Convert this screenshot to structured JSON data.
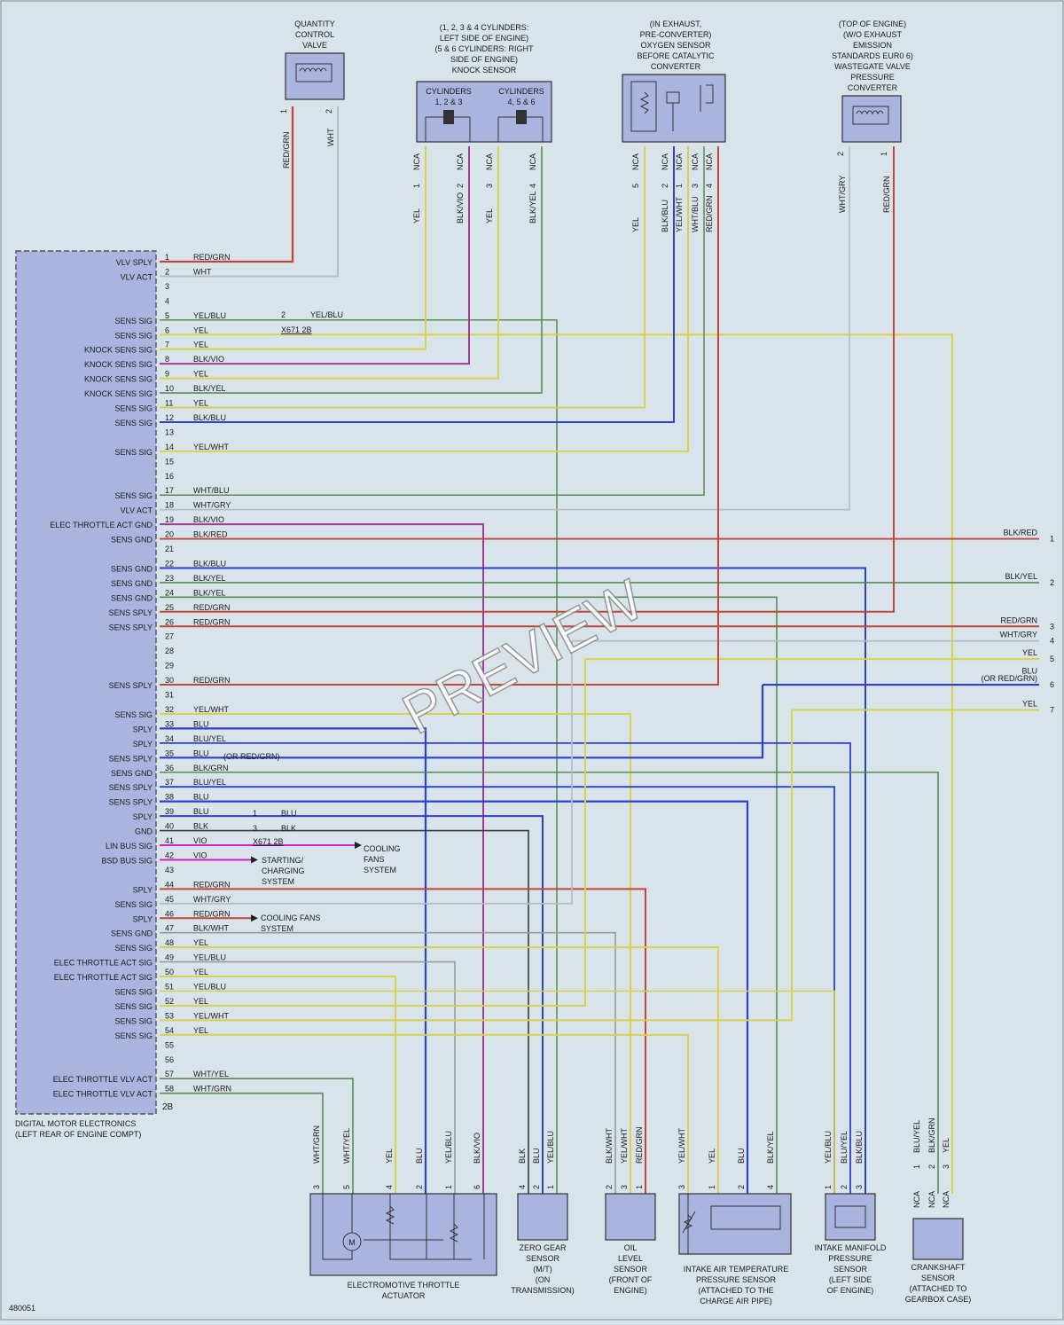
{
  "diagram_id": "480051",
  "watermark": "PREVIEW",
  "ecm": {
    "title_line1": "DIGITAL MOTOR ELECTRONICS",
    "title_line2": "(LEFT REAR OF ENGINE COMPT)",
    "pins": [
      {
        "n": "1",
        "label": "VLV SPLY",
        "wire": "RED/GRN"
      },
      {
        "n": "2",
        "label": "VLV ACT",
        "wire": "WHT"
      },
      {
        "n": "3",
        "label": "",
        "wire": ""
      },
      {
        "n": "4",
        "label": "",
        "wire": ""
      },
      {
        "n": "5",
        "label": "SENS SIG",
        "wire": "YEL/BLU"
      },
      {
        "n": "6",
        "label": "SENS SIG",
        "wire": "YEL"
      },
      {
        "n": "7",
        "label": "KNOCK SENS SIG",
        "wire": "YEL"
      },
      {
        "n": "8",
        "label": "KNOCK SENS SIG",
        "wire": "BLK/VIO"
      },
      {
        "n": "9",
        "label": "KNOCK SENS SIG",
        "wire": "YEL"
      },
      {
        "n": "10",
        "label": "KNOCK SENS SIG",
        "wire": "BLK/YEL"
      },
      {
        "n": "11",
        "label": "SENS SIG",
        "wire": "YEL"
      },
      {
        "n": "12",
        "label": "SENS SIG",
        "wire": "BLK/BLU"
      },
      {
        "n": "13",
        "label": "",
        "wire": ""
      },
      {
        "n": "14",
        "label": "SENS SIG",
        "wire": "YEL/WHT"
      },
      {
        "n": "15",
        "label": "",
        "wire": ""
      },
      {
        "n": "16",
        "label": "",
        "wire": ""
      },
      {
        "n": "17",
        "label": "SENS SIG",
        "wire": "WHT/BLU"
      },
      {
        "n": "18",
        "label": "VLV ACT",
        "wire": "WHT/GRY"
      },
      {
        "n": "19",
        "label": "ELEC THROTTLE ACT GND",
        "wire": "BLK/VIO"
      },
      {
        "n": "20",
        "label": "SENS GND",
        "wire": "BLK/RED"
      },
      {
        "n": "21",
        "label": "",
        "wire": ""
      },
      {
        "n": "22",
        "label": "SENS GND",
        "wire": "BLK/BLU"
      },
      {
        "n": "23",
        "label": "SENS GND",
        "wire": "BLK/YEL"
      },
      {
        "n": "24",
        "label": "SENS GND",
        "wire": "BLK/YEL"
      },
      {
        "n": "25",
        "label": "SENS SPLY",
        "wire": "RED/GRN"
      },
      {
        "n": "26",
        "label": "SENS SPLY",
        "wire": "RED/GRN"
      },
      {
        "n": "27",
        "label": "",
        "wire": ""
      },
      {
        "n": "28",
        "label": "",
        "wire": ""
      },
      {
        "n": "29",
        "label": "",
        "wire": ""
      },
      {
        "n": "30",
        "label": "SENS SPLY",
        "wire": "RED/GRN"
      },
      {
        "n": "31",
        "label": "",
        "wire": ""
      },
      {
        "n": "32",
        "label": "SENS SIG",
        "wire": "YEL/WHT"
      },
      {
        "n": "33",
        "label": "SPLY",
        "wire": "BLU"
      },
      {
        "n": "34",
        "label": "SPLY",
        "wire": "BLU/YEL"
      },
      {
        "n": "35",
        "label": "SENS SPLY",
        "wire": "BLU"
      },
      {
        "n": "36",
        "label": "SENS GND",
        "wire": "BLK/GRN"
      },
      {
        "n": "37",
        "label": "SENS SPLY",
        "wire": "BLU/YEL"
      },
      {
        "n": "38",
        "label": "SENS SPLY",
        "wire": "BLU"
      },
      {
        "n": "39",
        "label": "SPLY",
        "wire": "BLU"
      },
      {
        "n": "40",
        "label": "GND",
        "wire": "BLK"
      },
      {
        "n": "41",
        "label": "LIN BUS SIG",
        "wire": "VIO"
      },
      {
        "n": "42",
        "label": "BSD BUS SIG",
        "wire": "VIO"
      },
      {
        "n": "43",
        "label": "",
        "wire": ""
      },
      {
        "n": "44",
        "label": "SPLY",
        "wire": "RED/GRN"
      },
      {
        "n": "45",
        "label": "SENS SIG",
        "wire": "WHT/GRY"
      },
      {
        "n": "46",
        "label": "SPLY",
        "wire": "RED/GRN"
      },
      {
        "n": "47",
        "label": "SENS GND",
        "wire": "BLK/WHT"
      },
      {
        "n": "48",
        "label": "SENS SIG",
        "wire": "YEL"
      },
      {
        "n": "49",
        "label": "ELEC THROTTLE ACT SIG",
        "wire": "YEL/BLU"
      },
      {
        "n": "50",
        "label": "ELEC THROTTLE ACT SIG",
        "wire": "YEL"
      },
      {
        "n": "51",
        "label": "SENS SIG",
        "wire": "YEL/BLU"
      },
      {
        "n": "52",
        "label": "SENS SIG",
        "wire": "YEL"
      },
      {
        "n": "53",
        "label": "SENS SIG",
        "wire": "YEL/WHT"
      },
      {
        "n": "54",
        "label": "SENS SIG",
        "wire": "YEL"
      },
      {
        "n": "55",
        "label": "",
        "wire": ""
      },
      {
        "n": "56",
        "label": "",
        "wire": ""
      },
      {
        "n": "57",
        "label": "ELEC THROTTLE VLV ACT",
        "wire": "WHT/YEL"
      },
      {
        "n": "58",
        "label": "ELEC THROTTLE VLV ACT",
        "wire": "WHT/GRN"
      }
    ],
    "connector_id": "2B"
  },
  "splices": {
    "top": {
      "pin": "2",
      "wire": "YEL/BLU",
      "id": "X671 2B"
    },
    "bottom": {
      "pin_a": "1",
      "wire_a": "BLU",
      "pin_b": "3",
      "wire_b": "BLK",
      "id": "X671 2B"
    }
  },
  "notes": {
    "pin35_alt": "(OR RED/GRN)",
    "cooling_fans": [
      "COOLING",
      "FANS",
      "SYSTEM"
    ],
    "starting_charging": [
      "STARTING/",
      "CHARGING",
      "SYSTEM"
    ],
    "cooling_fans_2": [
      "COOLING FANS",
      "SYSTEM"
    ]
  },
  "right_edge": [
    {
      "wire": "BLK/RED",
      "n": "1"
    },
    {
      "wire": "BLK/YEL",
      "n": "2"
    },
    {
      "wire": "RED/GRN",
      "n": "3"
    },
    {
      "wire": "WHT/GRY",
      "n": "4"
    },
    {
      "wire": "YEL",
      "n": "5"
    },
    {
      "wire": "BLU",
      "n": ""
    },
    {
      "wire": "(OR RED/GRN)",
      "n": "6"
    },
    {
      "wire": "YEL",
      "n": "7"
    }
  ],
  "components": {
    "qcv": {
      "title": [
        "QUANTITY",
        "CONTROL",
        "VALVE"
      ],
      "pins": [
        {
          "n": "1",
          "wire": "RED/GRN"
        },
        {
          "n": "2",
          "wire": "WHT"
        }
      ]
    },
    "knock": {
      "title": [
        "(1, 2, 3 & 4 CYLINDERS:",
        "LEFT SIDE OF ENGINE)",
        "(5 & 6 CYLINDERS: RIGHT",
        "SIDE OF ENGINE)",
        "KNOCK SENSOR"
      ],
      "left_label": [
        "CYLINDERS",
        "1, 2 & 3"
      ],
      "right_label": [
        "CYLINDERS",
        "4, 5 & 6"
      ],
      "nca": "NCA",
      "pins": [
        {
          "n": "1",
          "wire": "YEL"
        },
        {
          "n": "2",
          "wire": "BLK/VIO"
        },
        {
          "n": "3",
          "wire": "YEL"
        },
        {
          "n": "4",
          "wire": "BLK/YEL"
        }
      ]
    },
    "o2": {
      "title": [
        "(IN EXHAUST,",
        "PRE-CONVERTER)",
        "OXYGEN SENSOR",
        "BEFORE CATALYTIC",
        "CONVERTER"
      ],
      "nca": "NCA",
      "pins": [
        {
          "n": "5",
          "wire": "YEL"
        },
        {
          "n": "2",
          "wire": "BLK/BLU"
        },
        {
          "n": "1",
          "wire": "YEL/WHT"
        },
        {
          "n": "3",
          "wire": "WHT/BLU"
        },
        {
          "n": "4",
          "wire": "RED/GRN"
        }
      ]
    },
    "wastegate": {
      "title": [
        "(TOP OF ENGINE)",
        "(W/O EXHAUST",
        "EMISSION",
        "STANDARDS EUR0 6)",
        "WASTEGATE VALVE",
        "PRESSURE",
        "CONVERTER"
      ],
      "pins": [
        {
          "n": "2",
          "wire": "WHT/GRY"
        },
        {
          "n": "1",
          "wire": "RED/GRN"
        }
      ]
    },
    "throttle": {
      "title": [
        "ELECTROMOTIVE THROTTLE",
        "ACTUATOR"
      ],
      "motor": "M",
      "pins": [
        {
          "n": "3",
          "wire": "WHT/GRN"
        },
        {
          "n": "5",
          "wire": "WHT/YEL"
        },
        {
          "n": "4",
          "wire": "YEL"
        },
        {
          "n": "2",
          "wire": "BLU"
        },
        {
          "n": "1",
          "wire": "YEL/BLU"
        },
        {
          "n": "6",
          "wire": "BLK/VIO"
        }
      ]
    },
    "zero_gear": {
      "title": [
        "ZERO GEAR",
        "SENSOR",
        "(M/T)",
        "(ON",
        "TRANSMISSION)"
      ],
      "pins": [
        {
          "n": "4",
          "wire": "BLK"
        },
        {
          "n": "2",
          "wire": "BLU"
        },
        {
          "n": "1",
          "wire": "YEL/BLU"
        }
      ]
    },
    "oil": {
      "title": [
        "OIL",
        "LEVEL",
        "SENSOR",
        "(FRONT OF",
        "ENGINE)"
      ],
      "pins": [
        {
          "n": "2",
          "wire": "BLK/WHT"
        },
        {
          "n": "3",
          "wire": "YEL/WHT"
        },
        {
          "n": "1",
          "wire": "RED/GRN"
        }
      ]
    },
    "iat": {
      "title": [
        "INTAKE AIR TEMPERATURE",
        "PRESSURE SENSOR",
        "(ATTACHED TO THE",
        "CHARGE AIR PIPE)"
      ],
      "pins": [
        {
          "n": "3",
          "wire": "YEL/WHT"
        },
        {
          "n": "1",
          "wire": "YEL"
        },
        {
          "n": "2",
          "wire": "BLU"
        },
        {
          "n": "4",
          "wire": "BLK/YEL"
        }
      ]
    },
    "map": {
      "title": [
        "INTAKE MANIFOLD",
        "PRESSURE",
        "SENSOR",
        "(LEFT SIDE",
        "OF ENGINE)"
      ],
      "pins": [
        {
          "n": "1",
          "wire": "YEL/BLU"
        },
        {
          "n": "2",
          "wire": "BLU/YEL"
        },
        {
          "n": "3",
          "wire": "BLK/BLU"
        }
      ]
    },
    "crank": {
      "title": [
        "CRANKSHAFT",
        "SENSOR",
        "(ATTACHED TO",
        "GEARBOX CASE)"
      ],
      "nca": "NCA",
      "pins": [
        {
          "n": "1",
          "wire": "BLU/YEL"
        },
        {
          "n": "2",
          "wire": "BLK/GRN"
        },
        {
          "n": "3",
          "wire": "YEL"
        }
      ]
    }
  },
  "colors": {
    "RED": "#c0463a",
    "WHT": "#b8bcc4",
    "YEL": "#d8d24a",
    "BLU": "#2e3ed0",
    "BLK": "#3a3a3a",
    "GRN": "#5a8a56",
    "VIO": "#a03a9c",
    "GRY": "#9a9a9a",
    "MAG": "#d020c8",
    "BG": "#d9e3ea",
    "COMP": "#aab5df"
  }
}
